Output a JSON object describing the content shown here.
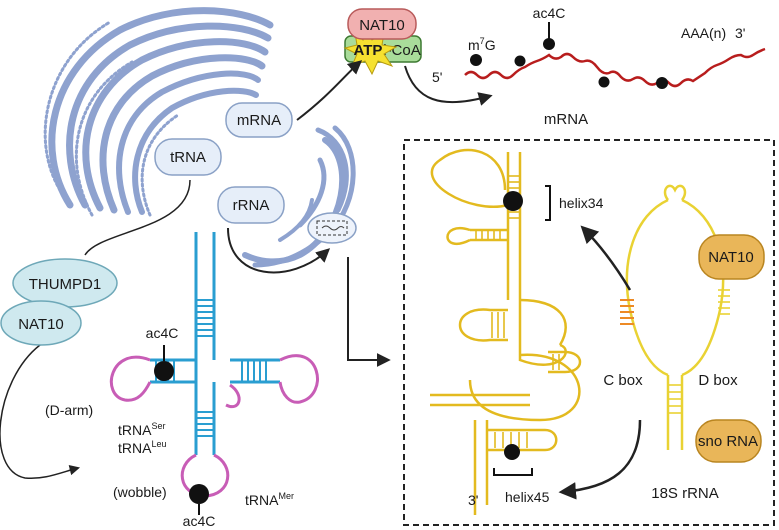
{
  "labels": {
    "nat10_top": "NAT10",
    "atp": "ATP",
    "acetyl_coa_fragment": "l-CoA",
    "m7g_base": "m",
    "m7g_sup": "7",
    "m7g_tail": "G",
    "ac4c_top": "ac4C",
    "aaa": "AAA(n)",
    "three_prime_top": "3'",
    "five_prime": "5'",
    "mrna_bubble": "mRNA",
    "mrna_caption": "mRNA",
    "trna_bubble": "tRNA",
    "rrna_bubble": "rRNA",
    "thumpd1": "THUMPD1",
    "nat10_left": "NAT10",
    "ac4c_trna_top": "ac4C",
    "d_arm": "(D-arm)",
    "trna_ser_base": "tRNA",
    "trna_ser_sup": "Ser",
    "trna_leu_base": "tRNA",
    "trna_leu_sup": "Leu",
    "wobble": "(wobble)",
    "trna_met_base": "tRNA",
    "trna_met_sup": "Mer",
    "ac4c_trna_bottom": "ac4C",
    "helix34": "helix34",
    "helix45": "helix45",
    "three_prime_rrna": "3'",
    "nat10_right": "NAT10",
    "c_box": "C box",
    "d_box": "D box",
    "sno_rna": "sno RNA",
    "rrna_18s": "18S rRNA"
  },
  "colors": {
    "er": "#8ea2cf",
    "bubble_fill": "#e6eef9",
    "bubble_stroke": "#8aa1c6",
    "enzyme_fill": "#cfe9ef",
    "enzyme_stroke": "#6ea8b8",
    "nat10_top_fill": "#f1b0b0",
    "nat10_top_stroke": "#b85a5a",
    "atp_star": "#f5e130",
    "coa_fill": "#a9dc9a",
    "mrna_line": "#b81d1d",
    "trna_stem": "#2a9ed1",
    "trna_loop": "#c85db6",
    "rrna_line": "#e3ba1f",
    "snorna_line": "#e9d233",
    "snorna_stem": "#ed8a25",
    "orange_pill": "#e9b659",
    "orange_pill_stroke": "#b98520",
    "dot": "#111111",
    "dashed_box": "#222222"
  },
  "icons": [
    "endoplasmic-reticulum-icon",
    "ribosome-icon",
    "atp-star-icon"
  ]
}
